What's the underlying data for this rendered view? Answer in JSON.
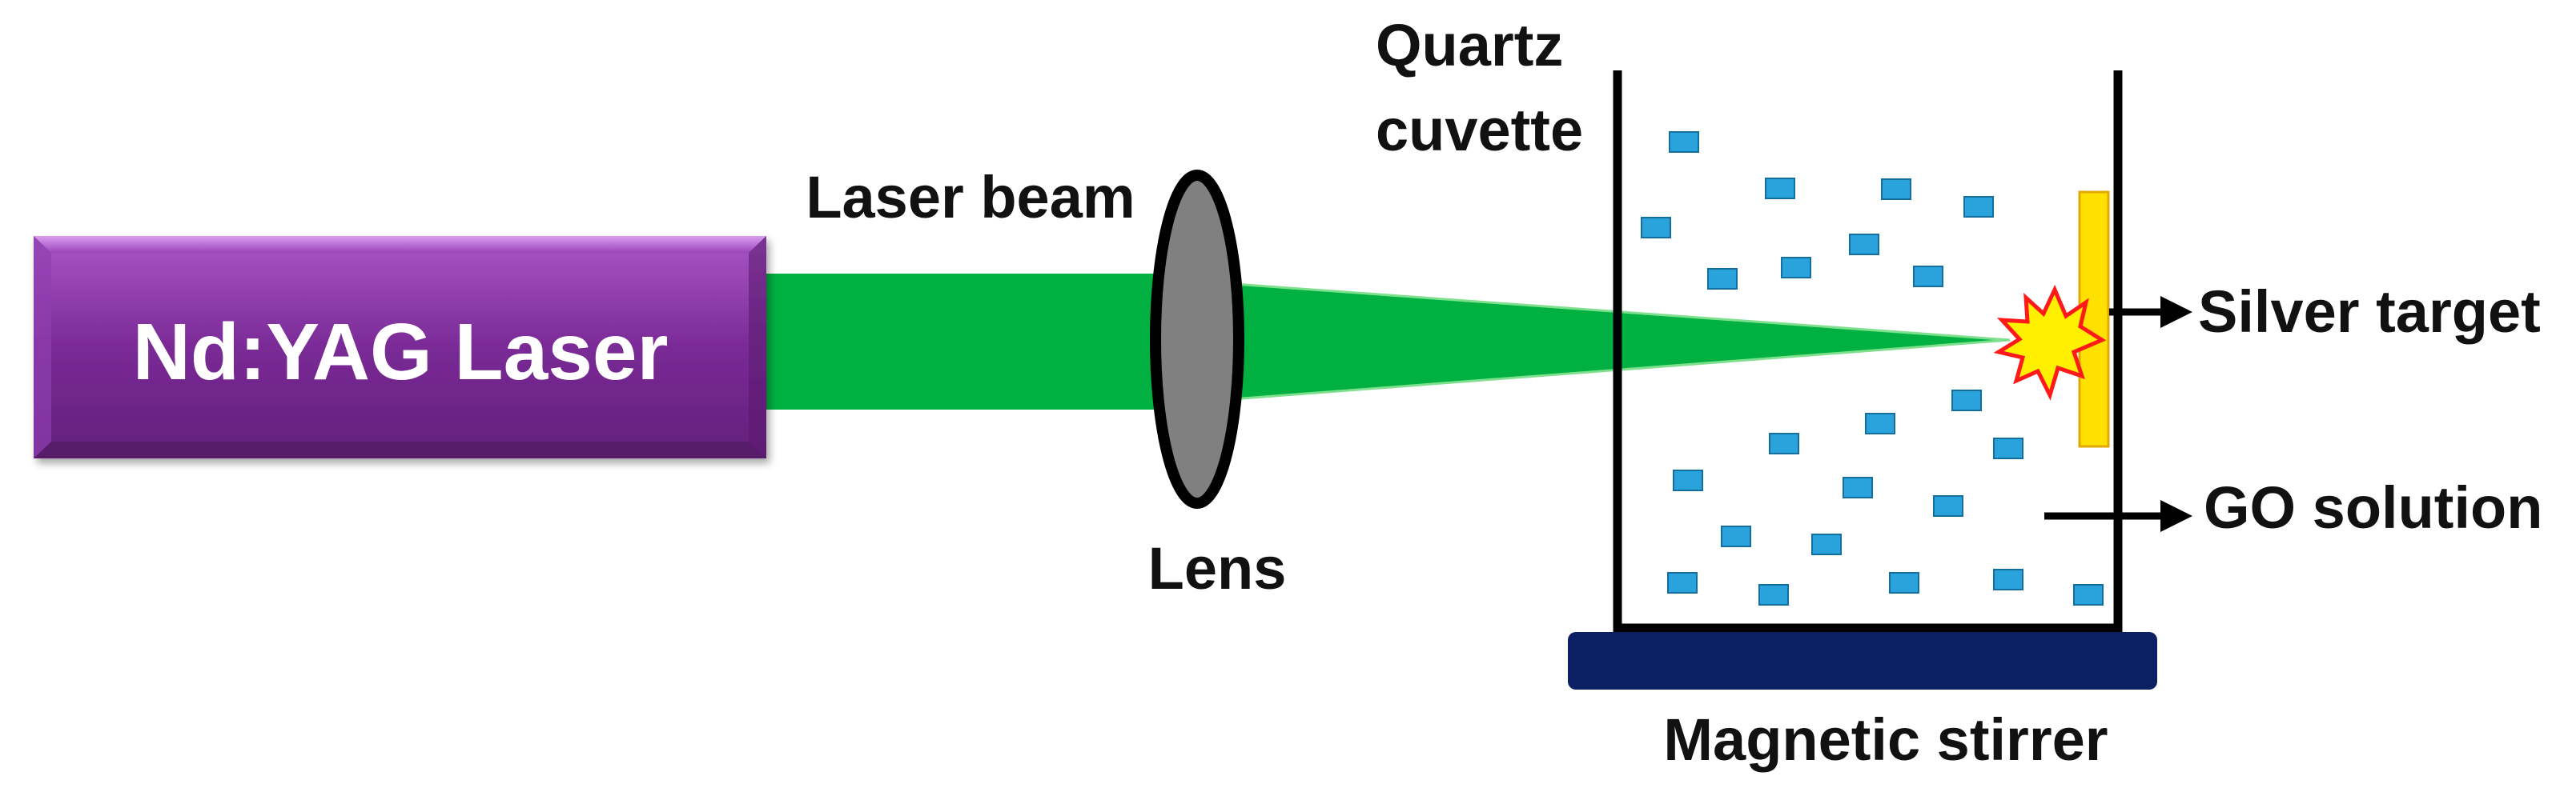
{
  "labels": {
    "laser": "Nd:YAG Laser",
    "laser_beam": "Laser beam",
    "lens": "Lens",
    "quartz_line1": "Quartz",
    "quartz_line2": "cuvette",
    "silver_target": "Silver target",
    "go_solution": "GO solution",
    "magnetic_stirrer": "Magnetic stirrer"
  },
  "colors": {
    "laser_body": "#7a2a96",
    "laser_text": "#ffffff",
    "beam": "#00b040",
    "lens_fill": "#808080",
    "outline": "#000000",
    "target": "#ffe000",
    "flash": "#ffef00",
    "flash_edge": "#ff1a1a",
    "particle": "#2aa3dc",
    "stirrer": "#0b1f63"
  }
}
